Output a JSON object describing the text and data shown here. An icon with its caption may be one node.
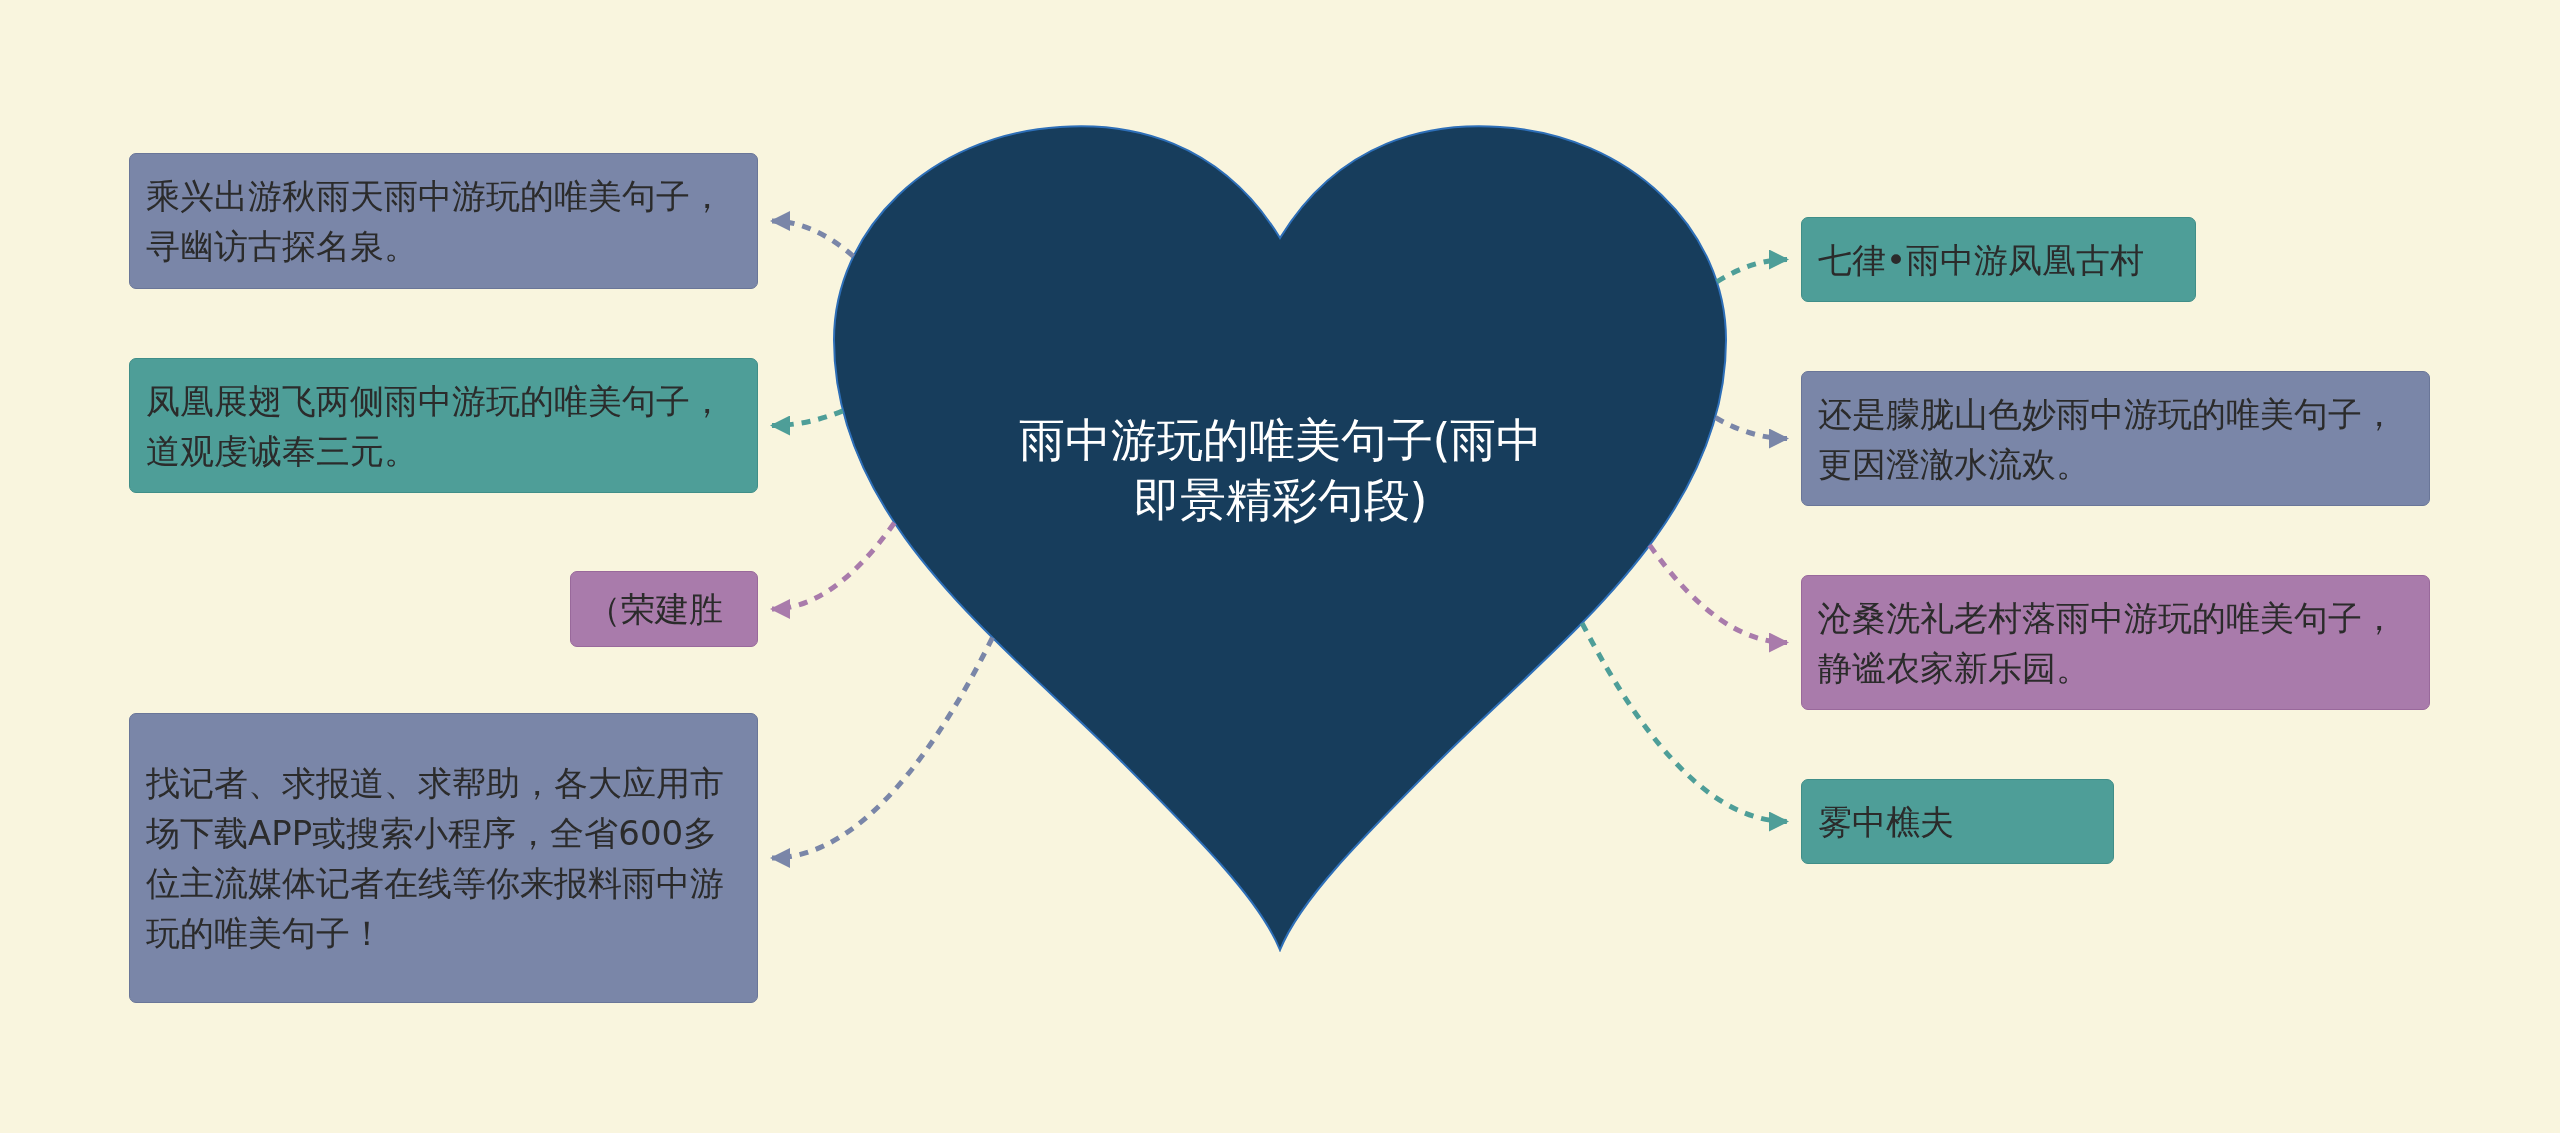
{
  "diagram": {
    "nodes": [
      {
        "text": [
          "雨中游玩的唯美句子(雨中即景精彩句段)"
        ]
      },
      {
        "text": [
          "乘兴出游秋雨天雨中游玩的唯美句子，寻幽访古探名泉。"
        ]
      },
      {
        "text": [
          "凤凰展翅飞两侧雨中游玩的唯美句子，道观虔诚奉三元。"
        ]
      },
      {
        "text": [
          "（荣建胜"
        ]
      },
      {
        "text": [
          "找记者、求报道、求帮助，各大应用市场下载APP或搜索小程序，全省600多位主流媒体记者在线等你来报料雨中游玩的唯美句子！"
        ]
      },
      {
        "text": [
          "七律•雨中游凤凰古村"
        ]
      },
      {
        "text": [
          "还是朦胧山色妙雨中游玩的唯美句子，更因澄澈水流欢。"
        ]
      },
      {
        "text": [
          "沧桑洗礼老村落雨中游玩的唯美句子，静谧农家新乐园。"
        ]
      },
      {
        "text": [
          "雾中樵夫"
        ]
      }
    ],
    "edges": [
      {
        "from": 0,
        "to": 1,
        "arrow": "to",
        "style": "dashed",
        "color": "#7a86a8"
      },
      {
        "from": 0,
        "to": 2,
        "arrow": "to",
        "style": "dashed",
        "color": "#4e9e98"
      },
      {
        "from": 0,
        "to": 3,
        "arrow": "to",
        "style": "dashed",
        "color": "#a97bab"
      },
      {
        "from": 0,
        "to": 4,
        "arrow": "to",
        "style": "dashed",
        "color": "#7a86a8"
      },
      {
        "from": 0,
        "to": 5,
        "arrow": "to",
        "style": "dashed",
        "color": "#4e9e98"
      },
      {
        "from": 0,
        "to": 6,
        "arrow": "to",
        "style": "dashed",
        "color": "#7a86a8"
      },
      {
        "from": 0,
        "to": 7,
        "arrow": "to",
        "style": "dashed",
        "color": "#a97bab"
      },
      {
        "from": 0,
        "to": 8,
        "arrow": "to",
        "style": "dashed",
        "color": "#4e9e98"
      }
    ]
  }
}
